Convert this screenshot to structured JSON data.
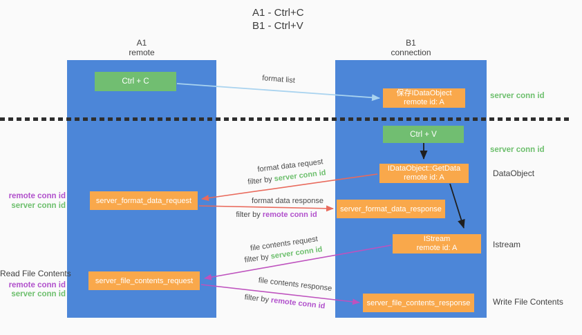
{
  "title": {
    "line1": "A1 - Ctrl+C",
    "line2": "B1 - Ctrl+V"
  },
  "columns": {
    "a1": {
      "name": "A1",
      "subtitle": "remote"
    },
    "b1": {
      "name": "B1",
      "subtitle": "connection"
    }
  },
  "nodes": {
    "ctrl_c": "Ctrl + C",
    "ctrl_v": "Ctrl + V",
    "save_idataobject": {
      "title": "保存IDataObject",
      "subtitle": "remote id: A"
    },
    "getdata": {
      "title": "IDataObject::GetData",
      "subtitle": "remote id: A"
    },
    "istream": {
      "title": "IStream",
      "subtitle": "remote id: A"
    },
    "server_format_data_request": "server_format_data_request",
    "server_format_data_response": "server_format_data_response",
    "server_file_contents_request": "server_file_contents_request",
    "server_file_contents_response": "server_file_contents_response"
  },
  "edge_labels": {
    "format_list": "format list",
    "format_data_request": "format data request",
    "format_data_response": "format data response",
    "file_contents_request": "file contents request",
    "file_contents_response": "file contents response",
    "filter_by": "filter by ",
    "server_conn_id": "server conn id",
    "remote_conn_id": "remote conn id"
  },
  "side_labels": {
    "left_remote_conn_id_1": "remote conn id",
    "left_server_conn_id_1": "server conn id",
    "read_file_contents": "Read File Contents",
    "left_remote_conn_id_2": "remote conn id",
    "left_server_conn_id_2": "server conn id",
    "right_server_conn_id_1": "server conn id",
    "right_server_conn_id_2": "server conn id",
    "data_object": "DataObject",
    "istream": "Istream",
    "write_file_contents": "Write File Contents"
  },
  "colors": {
    "column_blue": "#4c86d8",
    "node_green": "#71be71",
    "node_orange": "#f9a84b",
    "arrow_red": "#e96a5c",
    "arrow_magenta": "#be52be",
    "arrow_light_blue": "#a9d3ef",
    "arrow_black": "#1f1f1f",
    "text_gray": "#3f3f3f",
    "conn_id_green": "#6dbf6d",
    "conn_id_purple": "#b151cc"
  }
}
